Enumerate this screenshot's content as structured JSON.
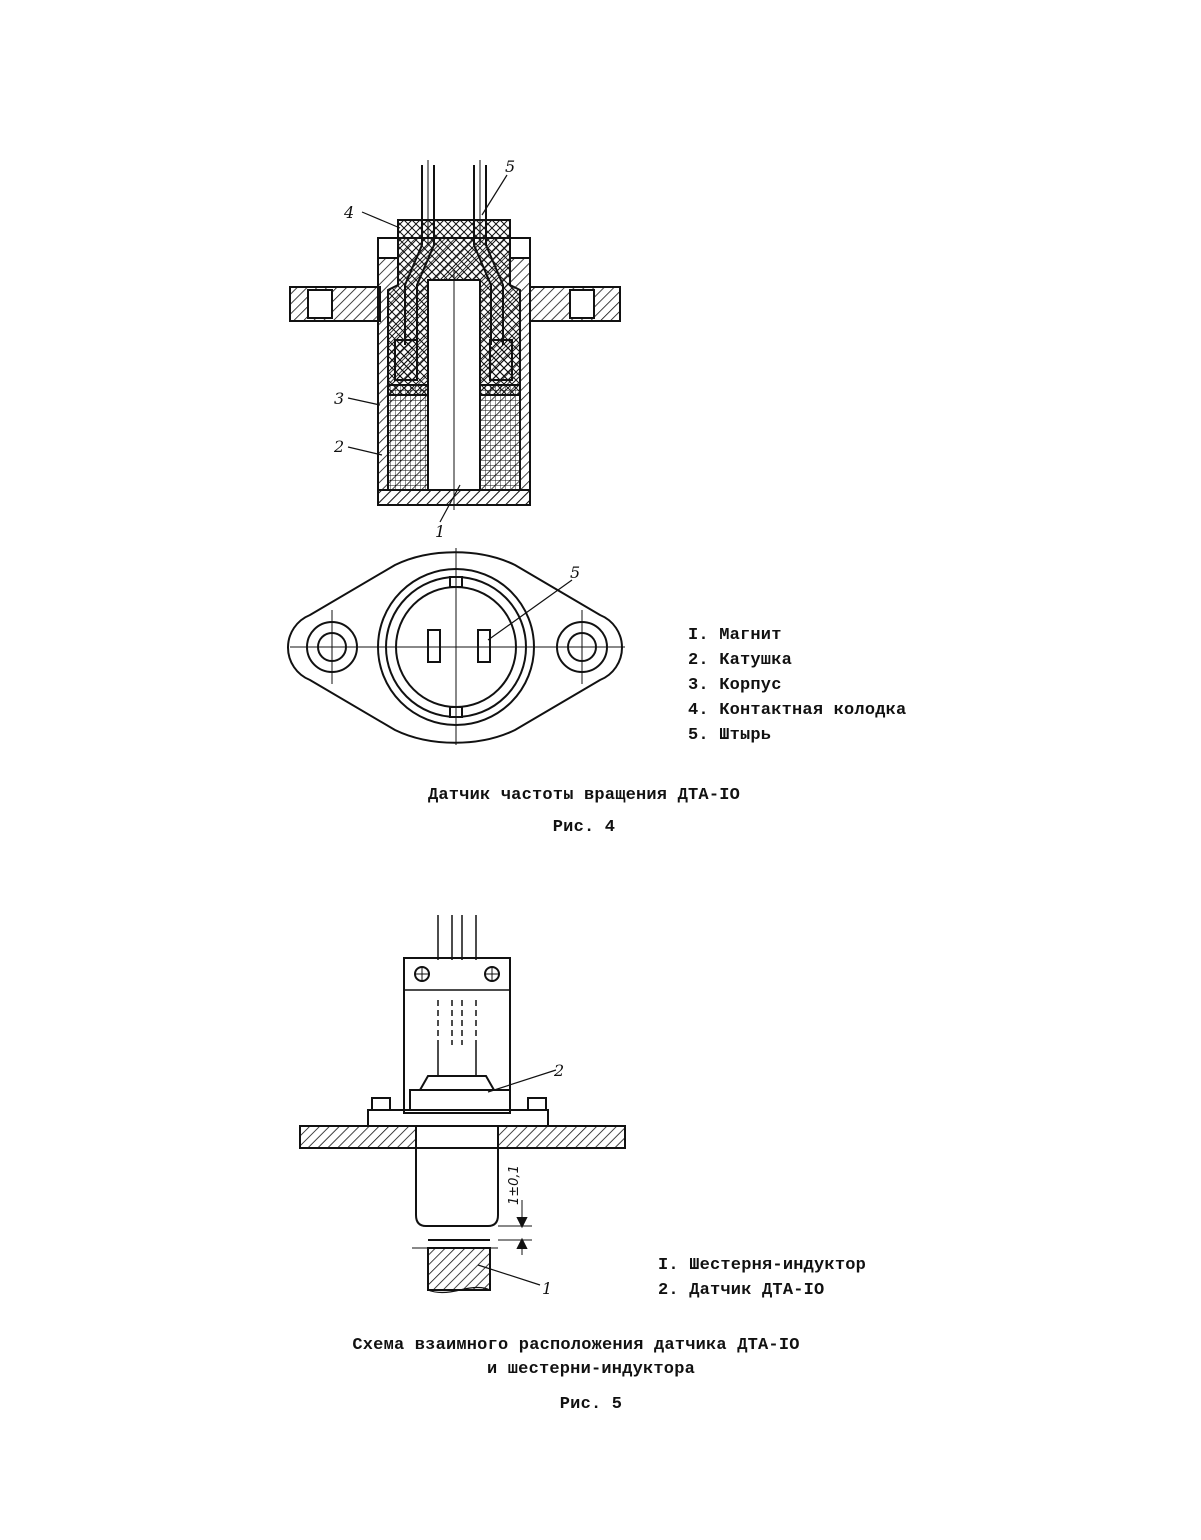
{
  "figure4": {
    "callouts": [
      "1",
      "2",
      "3",
      "4",
      "5"
    ],
    "plan_callout": "5",
    "legend": [
      "I. Магнит",
      "2. Катушка",
      "3. Корпус",
      "4. Контактная колодка",
      "5. Штырь"
    ],
    "caption": "Датчик частоты вращения ДТА-IO",
    "fig_label": "Рис. 4"
  },
  "figure5": {
    "callouts": [
      "1",
      "2"
    ],
    "dimension": "1±0,1",
    "legend": [
      "I. Шестерня-индуктор",
      "2. Датчик ДТА-IO"
    ],
    "caption_line1": "Схема взаимного расположения датчика ДТА-IO",
    "caption_line2": "и шестерни-индуктора",
    "fig_label": "Рис. 5"
  }
}
